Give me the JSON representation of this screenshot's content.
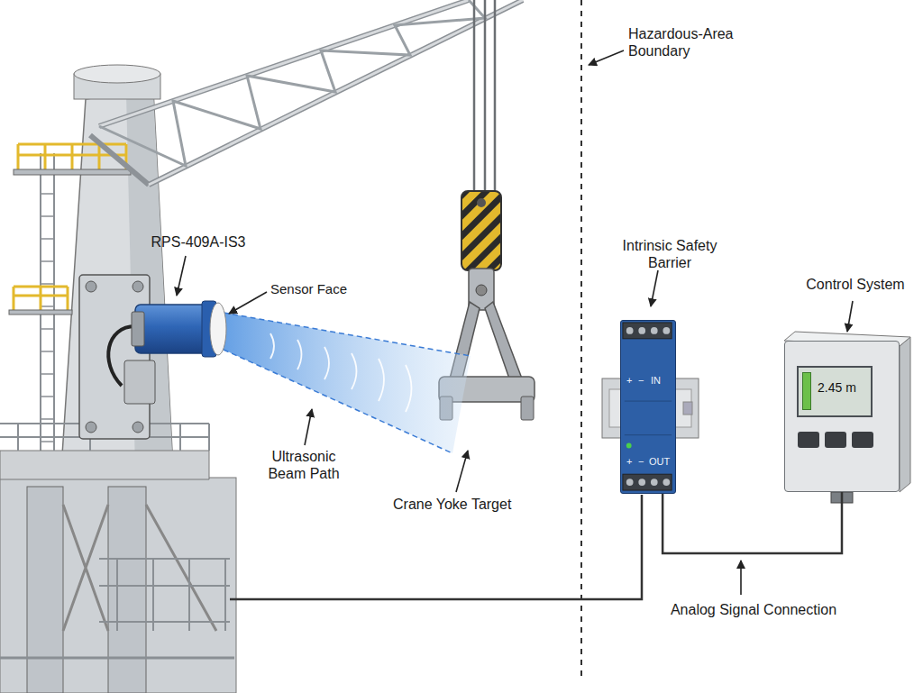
{
  "diagram": {
    "nodes": [
      {
        "text": [
          "Intrinsic Safety Barrier",
          "+",
          "−",
          "IN",
          "+",
          "−",
          "OUT"
        ]
      },
      {
        "text": [
          "Control System",
          "2.45 m"
        ]
      }
    ],
    "edges": [
      {
        "from": 0,
        "to": 1,
        "arrow": "none",
        "label": "Analog Signal Connection"
      }
    ],
    "labels": [
      "RPS-409A-IS3",
      "Sensor Face",
      "Ultrasonic Beam Path",
      "Crane Yoke Target",
      "Hazardous-Area Boundary"
    ]
  }
}
